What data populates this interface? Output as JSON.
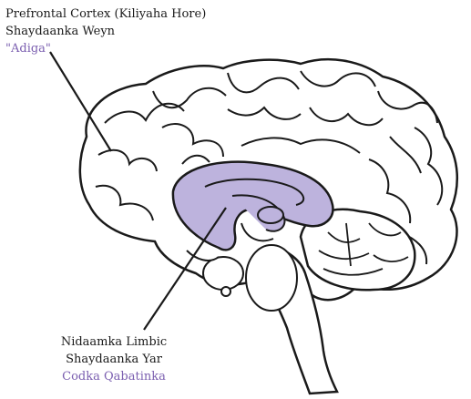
{
  "labels": {
    "prefrontal": {
      "line1": "Prefrontal Cortex (Kiliyaha Hore)",
      "line2": "Shaydaanka Weyn",
      "line3": "\"Adiga\""
    },
    "limbic": {
      "line1": "Nidaamka Limbic",
      "line2": "Shaydaanka Yar",
      "line3": "Codka Qabatinka"
    }
  },
  "colors": {
    "accent": "#7b5fb0",
    "limbic_fill": "#bdb3dd",
    "outline": "#1a1a1a",
    "brain_fill": "#ffffff"
  }
}
